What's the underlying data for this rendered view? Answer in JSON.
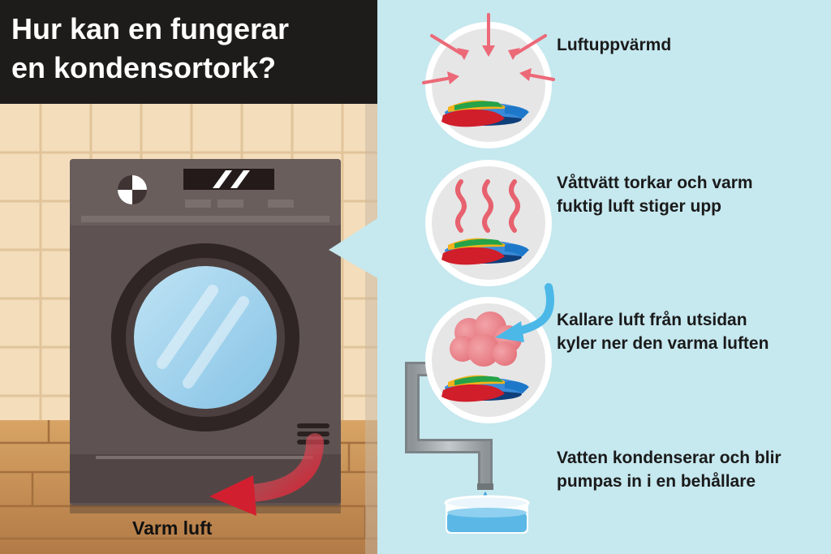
{
  "title_line1": "Hur kan en fungerar",
  "title_line2": "en kondensortork?",
  "steps": [
    {
      "line1": "Luftuppvärmd",
      "line2": ""
    },
    {
      "line1": "Våttvätt torkar och varm",
      "line2": "fuktig luft stiger upp"
    },
    {
      "line1": "Kallare luft från utsidan",
      "line2": "kyler ner den varma luften"
    },
    {
      "line1": "Vatten kondenserar och blir",
      "line2": "pumpas in i en behållare"
    }
  ],
  "warm_air_label": "Varm luft",
  "icons": [
    "dryer-machine-icon",
    "heat-arrows-icon",
    "steam-waves-icon",
    "cool-air-arrow-icon",
    "cloud-icon",
    "clothes-pile-icon",
    "drain-pipe-icon",
    "water-drop-icon",
    "water-container-icon",
    "warm-air-arrow-icon"
  ],
  "colors": {
    "title_bg": "#1e1c1b",
    "panel_bg": "#c6e8ef",
    "warm_red": "#d42a3a",
    "cool_blue": "#4bb8e8",
    "dryer_body": "#5e5352",
    "water": "#5bb8e6"
  }
}
